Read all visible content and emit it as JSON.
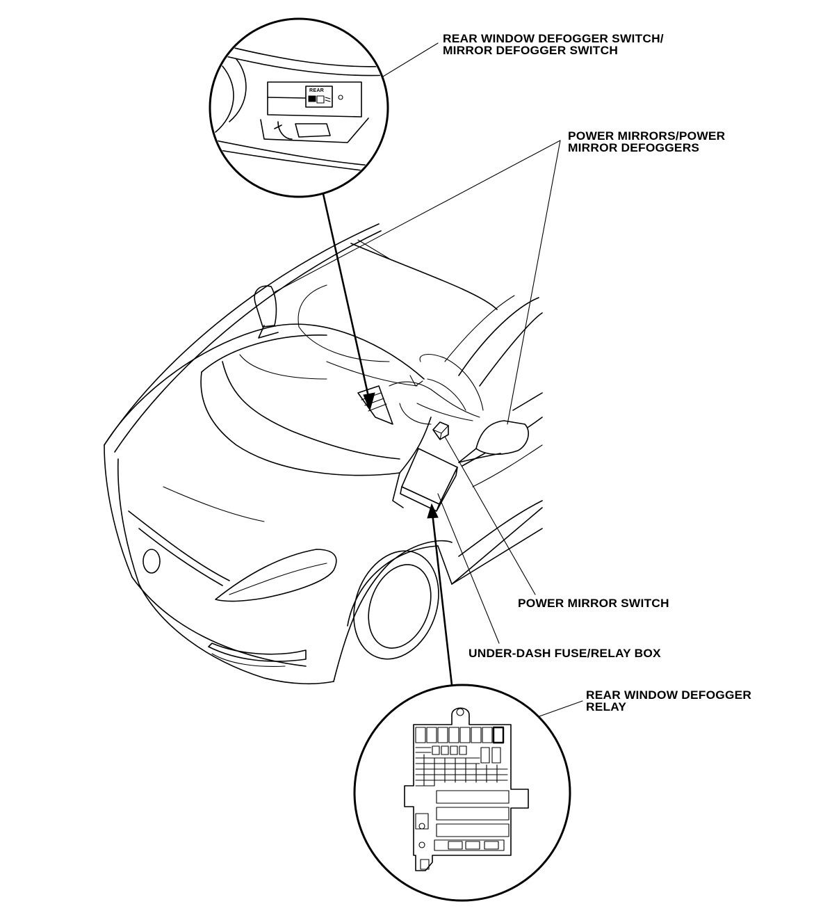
{
  "callouts": {
    "rear_window_defogger_switch": {
      "line1": "REAR WINDOW DEFOGGER SWITCH/",
      "line2": "MIRROR DEFOGGER SWITCH"
    },
    "power_mirrors": {
      "line1": "POWER MIRRORS/POWER",
      "line2": "MIRROR DEFOGGERS"
    },
    "power_mirror_switch": {
      "line1": "POWER MIRROR SWITCH"
    },
    "under_dash_fuse_box": {
      "line1": "UNDER-DASH FUSE/RELAY BOX"
    },
    "rear_window_defogger_relay": {
      "line1": "REAR WINDOW DEFOGGER",
      "line2": "RELAY"
    }
  },
  "switch_panel": {
    "button_text": "REAR"
  }
}
